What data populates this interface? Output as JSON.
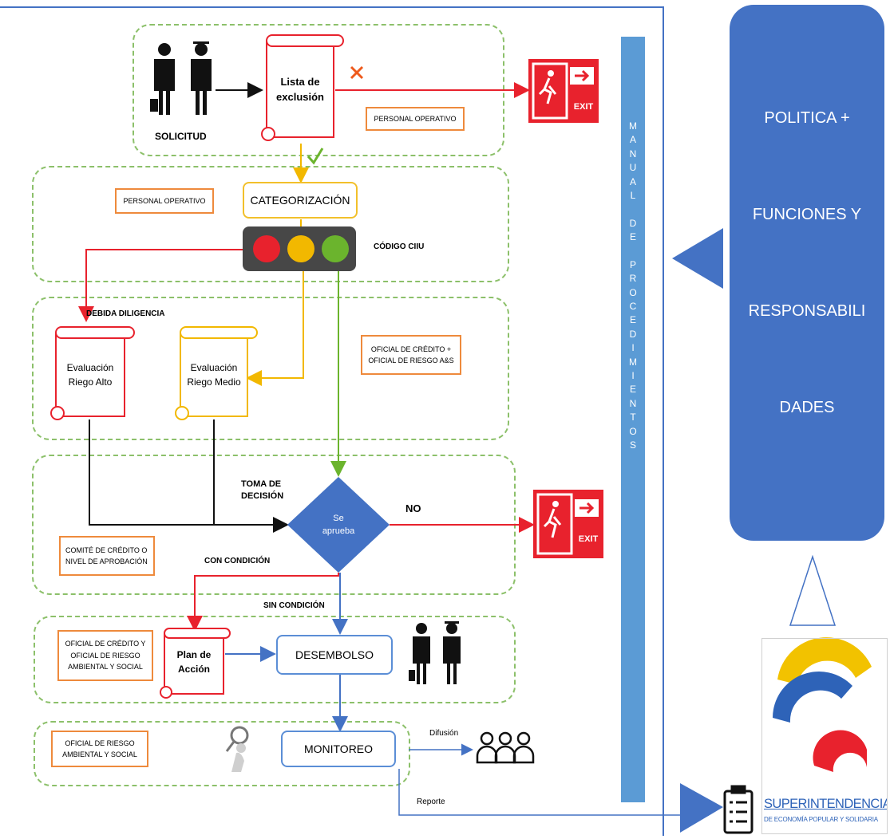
{
  "flow": {
    "solicitud": "SOLICITUD",
    "lista_exclusion": "Lista de\nexclusión",
    "personal_operativo_1": "PERSONAL OPERATIVO",
    "personal_operativo_2": "PERSONAL OPERATIVO",
    "categorizacion": "CATEGORIZACIÓN",
    "codigo_ciiu": "CÓDIGO CIIU",
    "debida_diligencia": "DEBIDA DILIGENCIA",
    "eval_alto": "Evaluación\nRiego Alto",
    "eval_medio": "Evaluación\nRiego Medio",
    "oficial_credito_riesgo_as": "OFICIAL DE CRÉDITO +\nOFICIAL DE RIESGO A&S",
    "toma_decision": "TOMA DE\nDECISIÓN",
    "se_aprueba": "Se\naprueba",
    "no": "NO",
    "comite": "COMITÉ DE CRÉDITO O\nNIVEL DE APROBACIÓN",
    "con_condicion": "CON CONDICIÓN",
    "sin_condicion": "SIN CONDICIÓN",
    "oficial_credito_ambiental": "OFICIAL DE CRÉDITO Y\nOFICIAL DE RIESGO\nAMBIENTAL Y SOCIAL",
    "plan_accion": "Plan de\nAcción",
    "desembolso": "DESEMBOLSO",
    "oficial_riesgo_ambiental": "OFICIAL DE RIESGO\nAMBIENTAL Y SOCIAL",
    "monitoreo": "MONITOREO",
    "difusion": "Difusión",
    "reporte": "Reporte",
    "exit_1": "EXIT",
    "exit_2": "EXIT"
  },
  "manual_letters": [
    "M",
    "A",
    "N",
    "U",
    "A",
    "L",
    "",
    "D",
    "E",
    "",
    "P",
    "R",
    "O",
    "C",
    "E",
    "D",
    "I",
    "M",
    "I",
    "E",
    "N",
    "T",
    "O",
    "S"
  ],
  "right_panel": {
    "line_1": "POLITICA +",
    "line_2": "FUNCIONES Y",
    "line_3": "RESPONSABILI",
    "line_4": "DADES"
  },
  "logo": {
    "name": "SUPERINTENDENCIA",
    "subtitle": "DE ECONOMÍA POPULAR Y SOLIDARIA"
  },
  "colors": {
    "red": "#e8222d",
    "yellow": "#f2b800",
    "green": "#6bb42d",
    "blue": "#4472c4",
    "orange": "#ee8a3c",
    "manual_bar": "#5b9bd5",
    "zone_border": "#8cc06a"
  }
}
